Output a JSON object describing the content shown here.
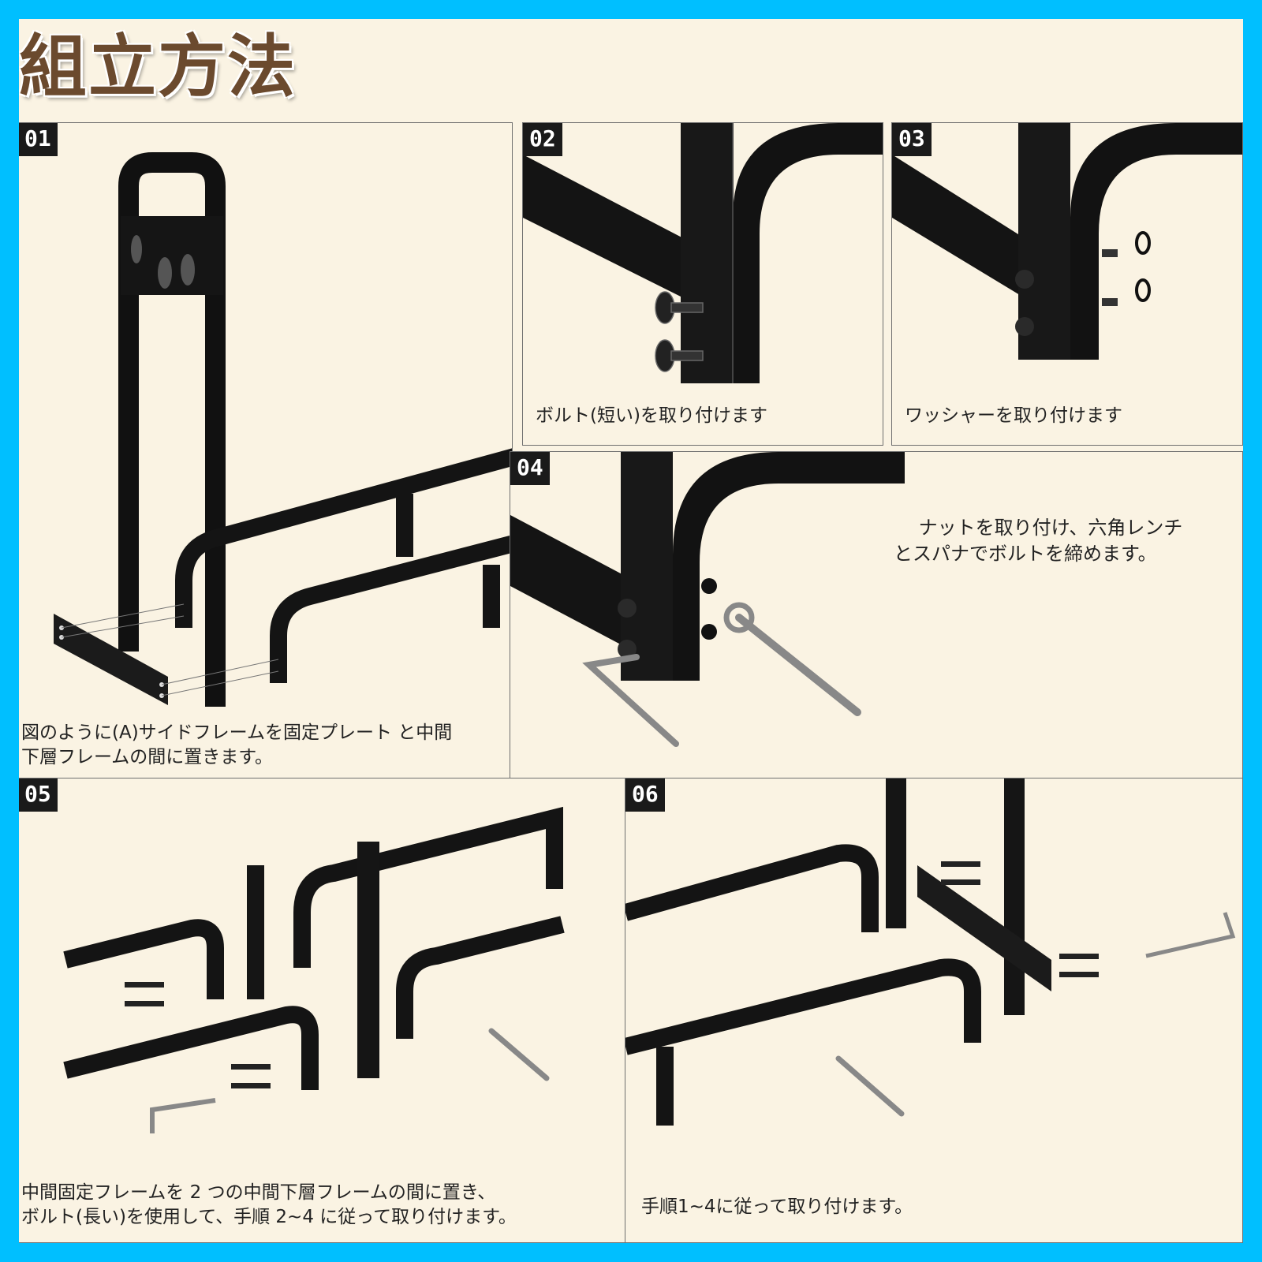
{
  "title": "組立方法",
  "steps": [
    {
      "number": "01",
      "caption": "図のように(A)サイドフレームを固定プレート と中間\n下層フレームの間に置きます。"
    },
    {
      "number": "02",
      "caption": "ボルト(短い)を取り付けます"
    },
    {
      "number": "03",
      "caption": "ワッシャーを取り付けます"
    },
    {
      "number": "04",
      "caption": "　 ナットを取り付け、六角レンチ\nとスパナでボルトを締めます。"
    },
    {
      "number": "05",
      "caption": "中間固定フレームを 2 つの中間下層フレームの間に置き、\nボルト(長い)を使用して、手順 2~4 に従って取り付けます。"
    },
    {
      "number": "06",
      "caption": "手順1~4に従って取り付けます。"
    }
  ]
}
